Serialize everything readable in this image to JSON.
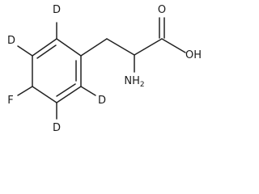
{
  "molecule": {
    "atom_labels": {
      "d_top": "D",
      "d_upper_left": "D",
      "fluorine": "F",
      "d_lower_left": "D",
      "d_right": "D",
      "oxygen_carbonyl": "O",
      "hydroxyl": "OH",
      "amine": "NH",
      "amine_subscript": "2"
    }
  }
}
